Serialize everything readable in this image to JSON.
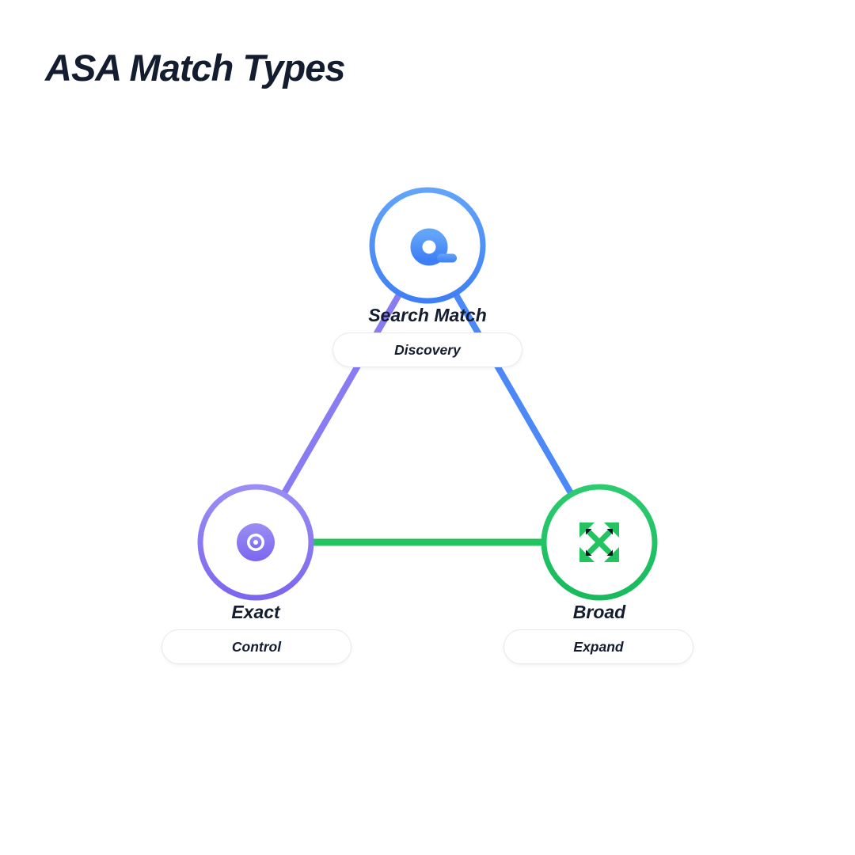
{
  "title": "ASA Match Types",
  "diagram": {
    "nodes": [
      {
        "id": "search-match",
        "label": "Search Match",
        "badge": "Discovery",
        "icon": "search-icon",
        "accent": "#4c89f6"
      },
      {
        "id": "exact",
        "label": "Exact",
        "badge": "Control",
        "icon": "target-icon",
        "accent": "#8273f1"
      },
      {
        "id": "broad",
        "label": "Broad",
        "badge": "Expand",
        "icon": "expand-arrows-icon",
        "accent": "#23c45f"
      }
    ],
    "edges": [
      {
        "from": "search-match",
        "to": "exact",
        "color": "#897bf2"
      },
      {
        "from": "search-match",
        "to": "broad",
        "color": "#4c89f6"
      },
      {
        "from": "exact",
        "to": "broad",
        "color": "#23c45f"
      }
    ]
  },
  "colors": {
    "ink": "#141c30",
    "badge-border": "#e6e8ee",
    "blue": "#3f7ff5",
    "blue-light": "#62a4f8",
    "purple": "#7b66ef",
    "purple-light": "#9a8ef4",
    "green": "#18ba5d",
    "green-light": "#2ccb6f",
    "line-blue": "#4c89f6",
    "line-purple": "#897bf2",
    "line-green": "#23c45f",
    "icon-dark": "#0d1524"
  }
}
